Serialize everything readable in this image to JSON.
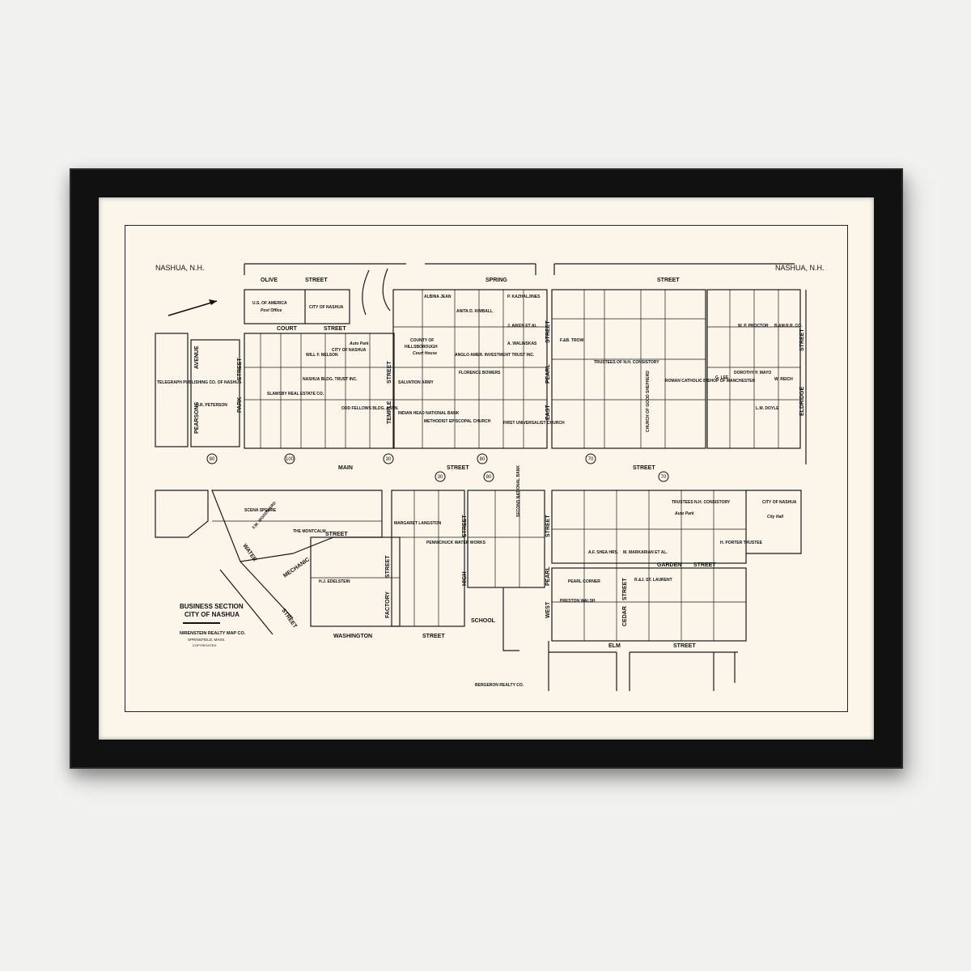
{
  "header": {
    "left_title": "NASHUA, N.H.",
    "right_title": "NASHUA, N.H."
  },
  "legend": {
    "line1": "BUSINESS SECTION",
    "line2": "CITY OF NASHUA",
    "publisher": "NIRENSTEIN REALTY MAP CO.",
    "city": "SPRINGFIELD, MASS.",
    "copyright": "COPYRIGHTED"
  },
  "streets": {
    "olive": "OLIVE",
    "olive_street": "STREET",
    "spring": "SPRING",
    "spring_street": "STREET",
    "court": "COURT",
    "court_street": "STREET",
    "main": "MAIN",
    "main_street": "STREET",
    "main_street2": "STREET",
    "washington": "WASHINGTON",
    "washington_street": "STREET",
    "school": "SCHOOL",
    "garden": "GARDEN",
    "garden_street": "STREET",
    "elm": "ELM",
    "elm_street": "STREET",
    "pearsons": "PEARSONS",
    "avenue": "AVENUE",
    "park": "PARK",
    "park_street": "STREET",
    "temple": "TEMPLE",
    "temple_street": "STREET",
    "east": "EAST",
    "pearl": "PEARL",
    "east_street": "STREET",
    "eldridge": "ELDRIDGE",
    "eldridge_street": "STREET",
    "water": "WATER",
    "water_street": "STREET",
    "mechanic": "MECHANIC",
    "factory": "FACTORY",
    "factory_street": "STREET",
    "high": "HIGH",
    "high_street": "STREET",
    "west": "WEST",
    "west_pearl": "PEARL",
    "west_street": "STREET",
    "cedar": "CEDAR",
    "cedar_street": "STREET",
    "street_small": "STREET"
  },
  "route_markers": [
    "80",
    "100",
    "30",
    "80",
    "70",
    "30",
    "80",
    "70"
  ],
  "parcels": {
    "us_post_office": "U.S. OF AMERICA",
    "post_office": "Post Office",
    "city_nashua_top": "CITY OF NASHUA",
    "county": "COUNTY OF",
    "hillsborough": "HILLSBOROUGH",
    "court_house": "Court House",
    "albina_jean": "ALBINA JEAN",
    "anita_kimball": "ANITA D. KIMBALL",
    "anglo_amer": "ANGLO AMER. INVESTMENT TRUST INC.",
    "florence_bowers": "FLORENCE BOWERS",
    "salvation_army": "SALVATION ARMY",
    "indian_head": "INDIAN HEAD NATIONAL BANK",
    "methodist": "METHODIST EPISCOPAL CHURCH",
    "first_universalist": "FIRST UNIVERSALIST CHURCH",
    "p_kazhaljines": "P. KAZHALJINES",
    "j_aiken": "J. AIKEN ET AL",
    "a_walinskas": "A. WALINSKAS",
    "telegraph": "TELEGRAPH PUBLISHING CO. OF NASHUA",
    "hr_peterson": "H.R. PETERSON",
    "city_nashua": "CITY OF NASHUA",
    "nashua_bldg": "NASHUA BLDG. TRUST INC.",
    "odd_fellows": "ODD FELLOWS BLDG. ASSN.",
    "will_nelson": "WILL F. NELSON",
    "slawsby": "SLAWSBY REAL ESTATE CO.",
    "auto_park1": "Auto Park",
    "fb_trow": "F.&B. TROW",
    "trustees_consistory": "TRUSTEES OF N.H. CONSISTORY",
    "church_good_shepherd": "CHURCH OF GOOD SHEPHERD",
    "roman_catholic": "ROMAN CATHOLIC BISHOP OF MANCHESTER",
    "dorothy_mayo": "DOROTHY P. MAYO",
    "wp_proctor": "W. P. PROCTOR",
    "w_reich": "W. REICH",
    "bm_rr": "B.&M.R.R. CO.",
    "g_lee": "G. LEE",
    "lm_doyle": "L.M. DOYLE",
    "city_nashua_hall": "CITY OF NASHUA",
    "city_hall": "City Hall",
    "trustees_nh": "TRUSTEES N.H. CONSISTORY",
    "h_porter": "H. PORTER TRUSTEE",
    "pennichuck": "PENNICHUCK WATER WORKS",
    "margaret_langston": "MARGARET LANGSTON",
    "second_national": "SECOND NATIONAL BANK",
    "preston_walsh": "PRESTON WALSH",
    "rj_laurent": "R.&J. ST. LAURENT",
    "af_shea": "A.F. SHEA HRS.",
    "markarian": "M. MARKARIAN ET AL.",
    "bergeron": "BERGERON REALTY CO.",
    "hj_edelstein": "H.J. EDELSTEIN",
    "the_montcalm": "THE MONTCALM",
    "fm_woodward": "F.M. WOODWARD",
    "pearl_corner": "PEARL CORNER",
    "scena_speare": "SCENA SPEARE",
    "auto_park2": "Auto Park"
  }
}
